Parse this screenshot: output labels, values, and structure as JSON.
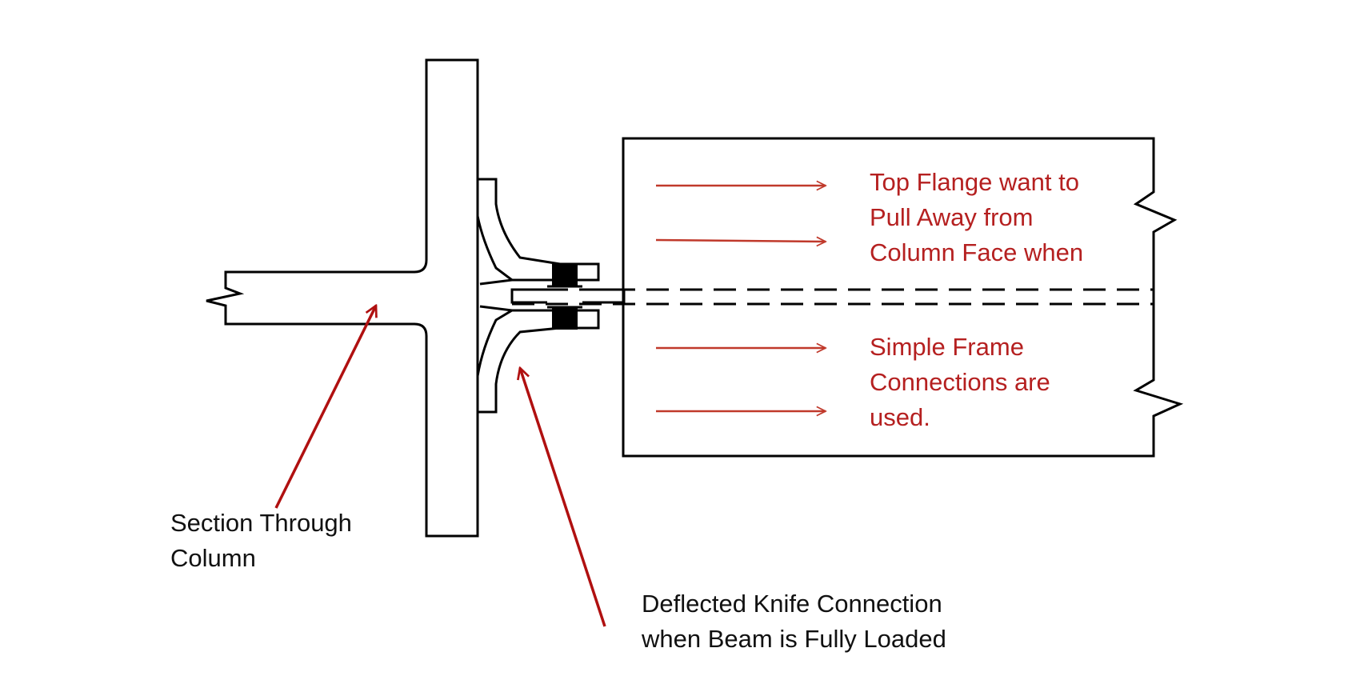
{
  "labels": {
    "beam_note": [
      "Top Flange want to",
      "Pull Away from",
      "Column Face when"
    ],
    "beam_note_2": [
      "Simple Frame",
      "Connections are",
      "used."
    ],
    "section_label": [
      "Section Through",
      "Column"
    ],
    "knife_label": [
      "Deflected Knife Connection",
      "when Beam is Fully Loaded"
    ]
  },
  "colors": {
    "line": "#000000",
    "annotation_red": "#b52020",
    "force_arrow": "#c0392b"
  }
}
